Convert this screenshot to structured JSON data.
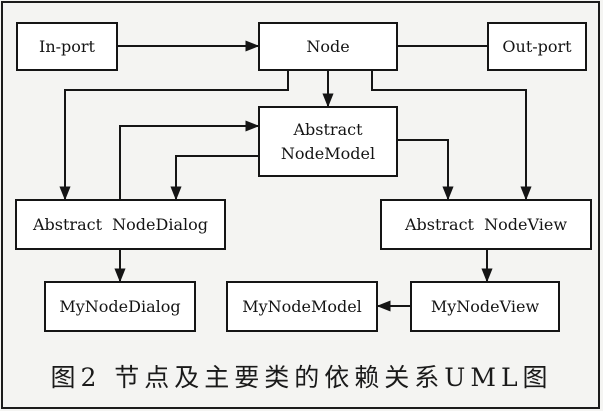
{
  "diagram": {
    "nodes": {
      "in_port": "In-port",
      "node": "Node",
      "out_port": "Out-port",
      "abstract_node_model": "Abstract\nNodeModel",
      "abstract_node_dialog": "Abstract  NodeDialog",
      "abstract_node_view": "Abstract  NodeView",
      "my_node_dialog": "MyNodeDialog",
      "my_node_model": "MyNodeModel",
      "my_node_view": "MyNodeView"
    },
    "caption": "图2   节点及主要类的依赖关系UML图"
  },
  "colors": {
    "line": "#151515",
    "box_fill": "#ffffff",
    "background": "#f4f4f2"
  }
}
